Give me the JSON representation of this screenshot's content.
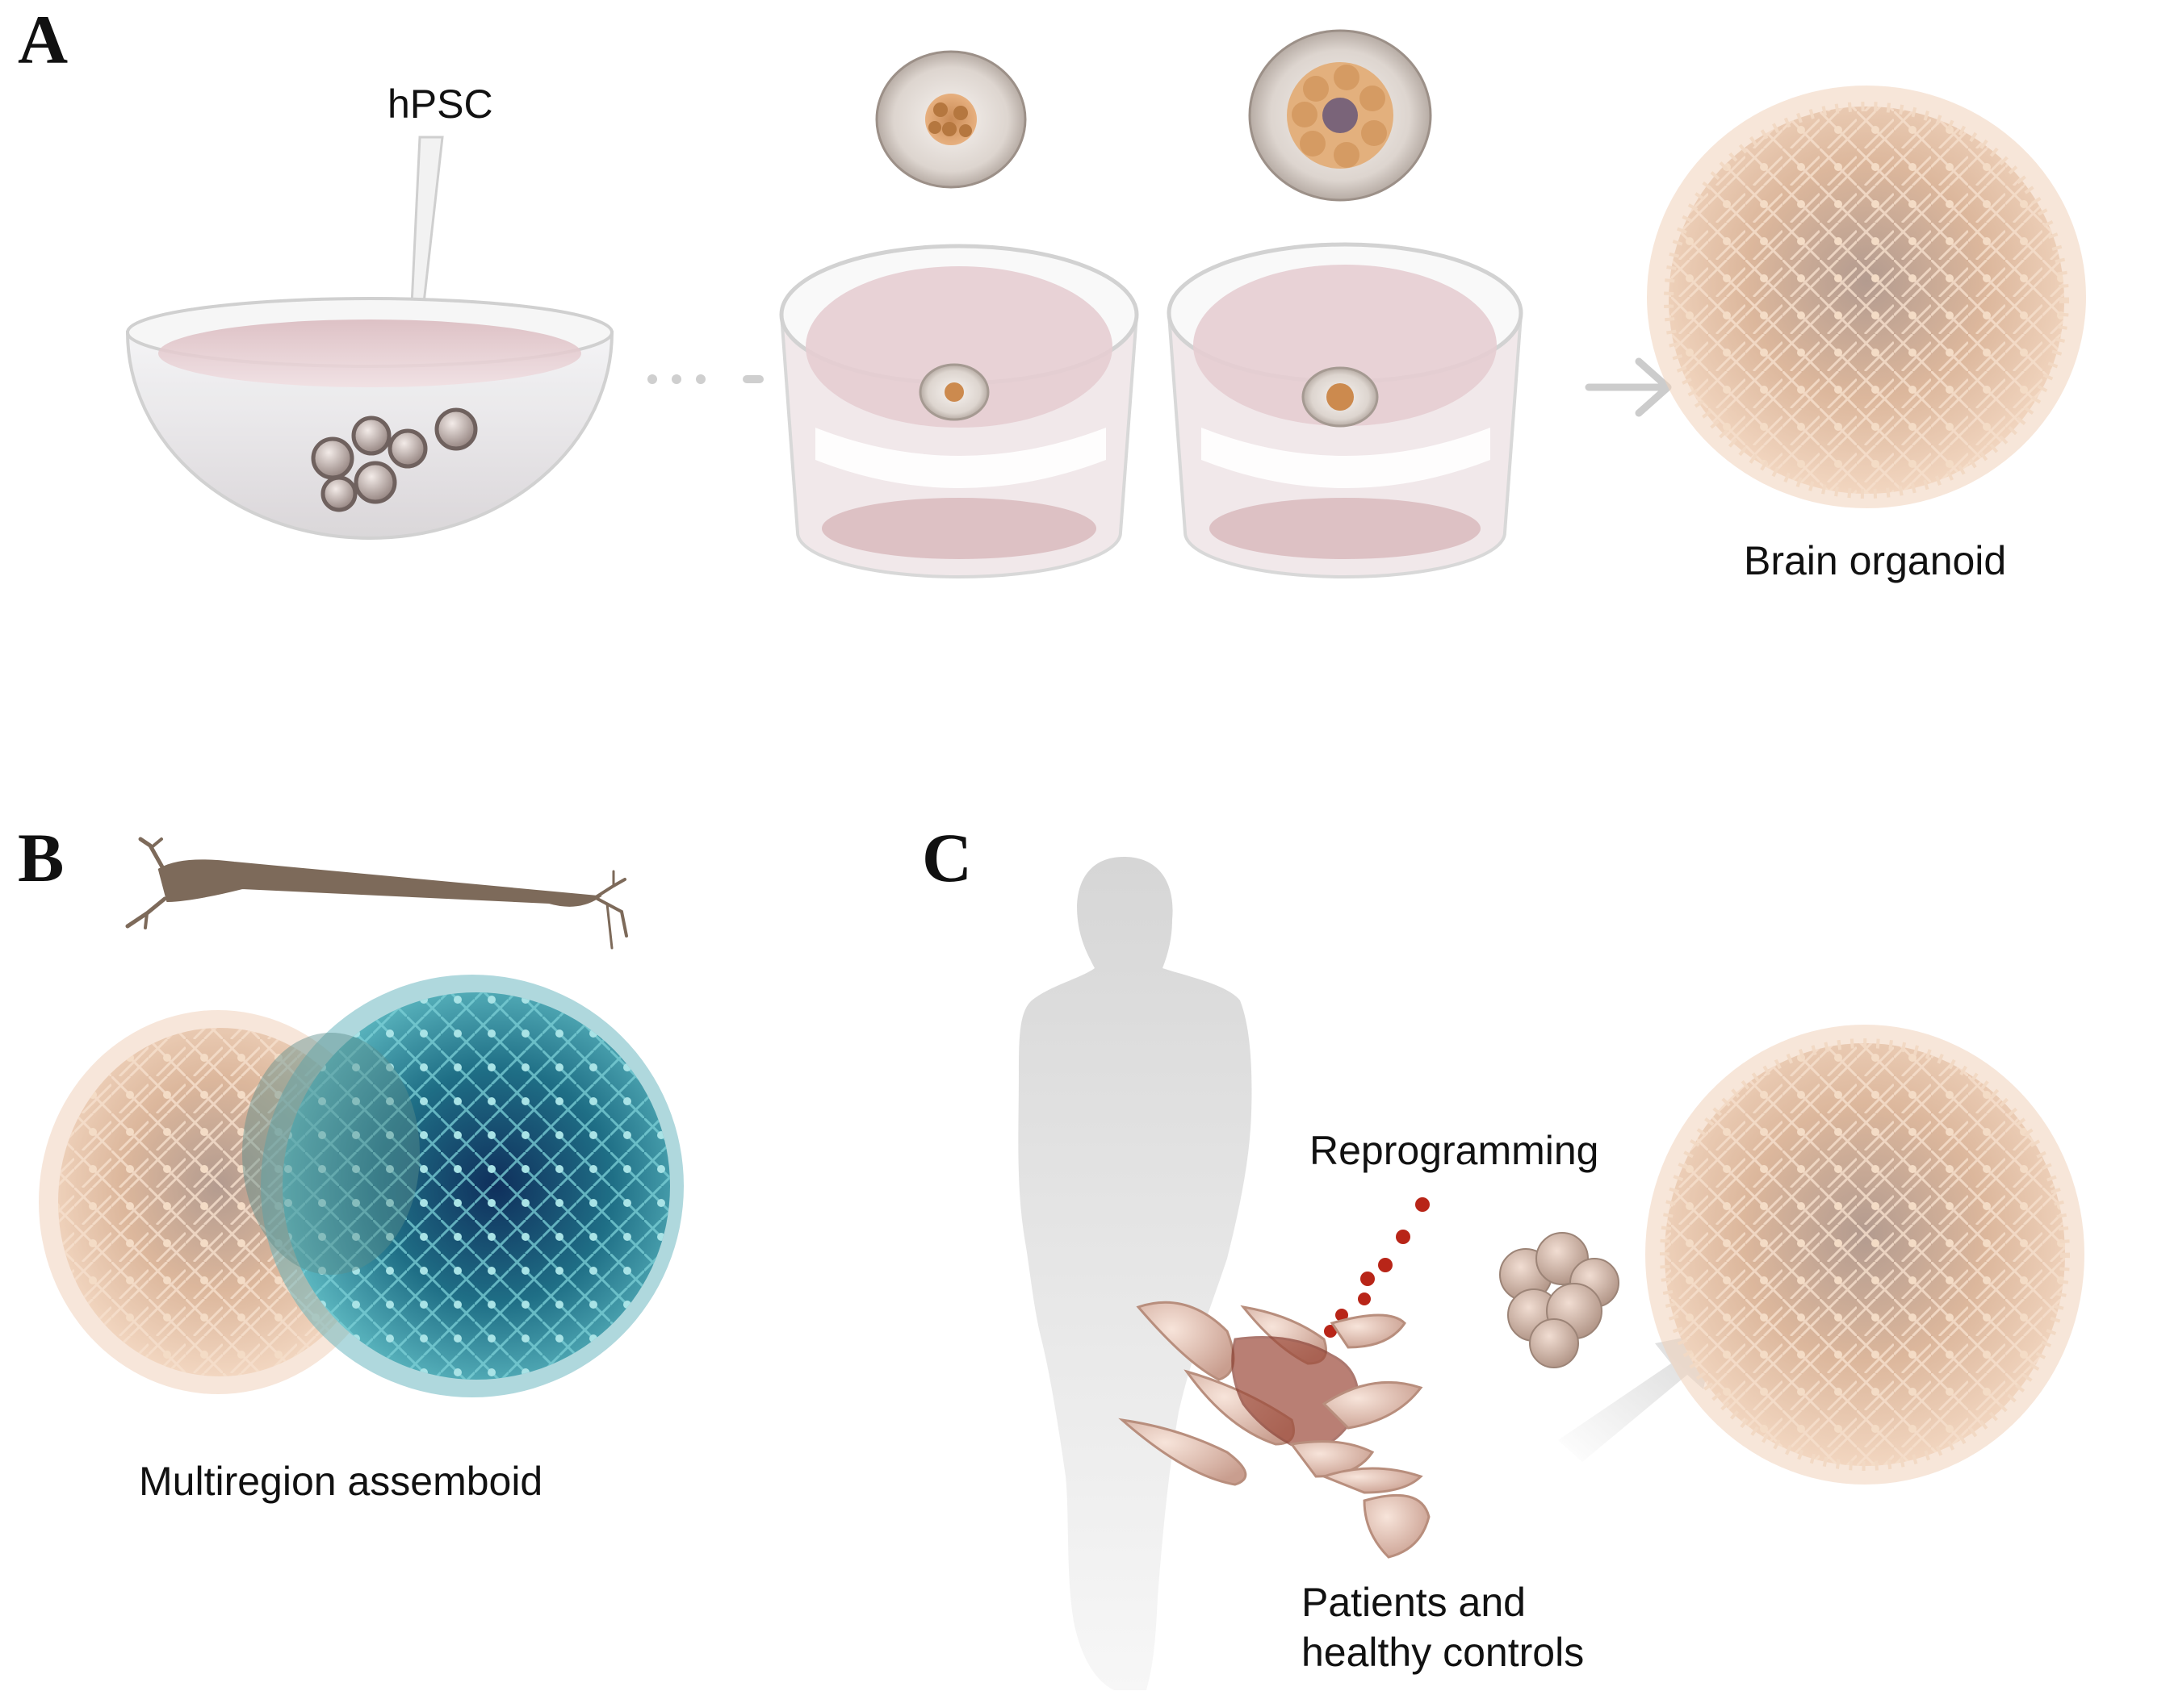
{
  "panels": {
    "a": {
      "letter": "A",
      "hpsc_label": "hPSC",
      "organoid_label": "Brain organoid"
    },
    "b": {
      "letter": "B",
      "assemboid_label": "Multiregion assemboid"
    },
    "c": {
      "letter": "C",
      "reprogramming_label": "Reprogramming",
      "patients_label_line1": "Patients and",
      "patients_label_line2": "healthy controls"
    }
  },
  "colors": {
    "organoid_tan": "#e7c2a6",
    "organoid_shadow": "#9c8377",
    "assemboid_teal": "#2a8c99",
    "assemboid_navy": "#123c66",
    "neuron_brown": "#7d6a5a",
    "reprogramming_red": "#b82518",
    "silhouette_gray": "#dcdcdc",
    "dish_pink": "#e9cdd1"
  }
}
